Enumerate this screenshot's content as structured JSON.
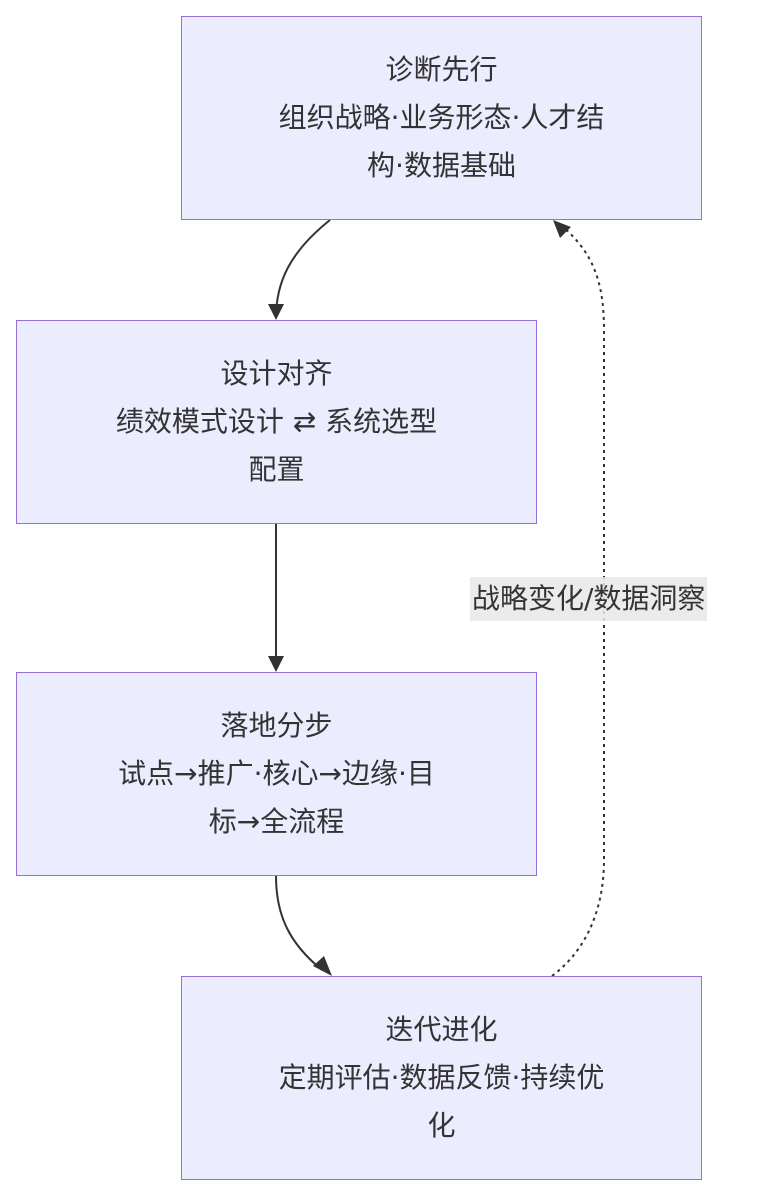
{
  "nodes": [
    {
      "id": "n1",
      "title": "诊断先行",
      "lines": [
        "组织战略·业务形态·人才结",
        "构·数据基础"
      ]
    },
    {
      "id": "n2",
      "title": "设计对齐",
      "lines": [
        "绩效模式设计 ⇄ 系统选型",
        "配置"
      ]
    },
    {
      "id": "n3",
      "title": "落地分步",
      "lines": [
        "试点→推广·核心→边缘·目",
        "标→全流程"
      ]
    },
    {
      "id": "n4",
      "title": "迭代进化",
      "lines": [
        "定期评估·数据反馈·持续优",
        "化"
      ]
    }
  ],
  "edges": [
    {
      "from": "n1",
      "to": "n2",
      "style": "solid"
    },
    {
      "from": "n2",
      "to": "n3",
      "style": "solid"
    },
    {
      "from": "n3",
      "to": "n4",
      "style": "solid"
    },
    {
      "from": "n4",
      "to": "n1",
      "style": "dotted",
      "label": "战略变化/数据洞察"
    }
  ],
  "colors": {
    "node_fill": "#ececff",
    "node_stroke": "#9370db",
    "edge": "#333333",
    "label_bg": "#e8e8e8"
  }
}
